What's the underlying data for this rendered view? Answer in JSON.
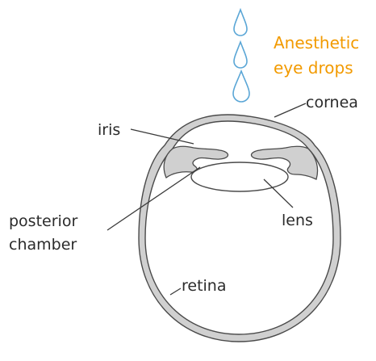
{
  "colors": {
    "outline": "#4a4a4a",
    "tissue": "#d0d0d0",
    "drop": "#5aa6d6",
    "accent": "#f29a00"
  },
  "labels": {
    "drops_line1": "Anesthetic",
    "drops_line2": "eye drops",
    "cornea": "cornea",
    "iris": "iris",
    "posterior_line1": "posterior",
    "posterior_line2": "chamber",
    "lens": "lens",
    "retina": "retina"
  }
}
